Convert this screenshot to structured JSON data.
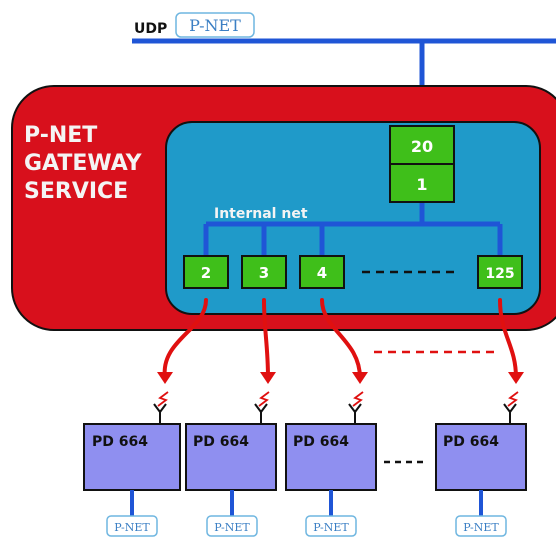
{
  "colors": {
    "bus_blue": "#1f55d6",
    "gateway_red": "#d8101c",
    "internal_teal": "#1f9ac9",
    "node_green": "#3fbf1a",
    "device_lavender": "#8f8ff0",
    "radio_red": "#e01010",
    "pnet_tag_border": "#6fb6e0",
    "pnet_tag_text": "#3b7fc4"
  },
  "header": {
    "udp_label": "UDP",
    "pnet_tag": "P-NET"
  },
  "gateway": {
    "title_line1": "P-NET",
    "title_line2": "GATEWAY",
    "title_line3": "SERVICE",
    "internal_net_label": "Internal net",
    "top_nodes": [
      "20",
      "1"
    ],
    "bottom_nodes": [
      "2",
      "3",
      "4",
      "125"
    ]
  },
  "devices": [
    {
      "label": "PD 664",
      "bus_tag": "P-NET"
    },
    {
      "label": "PD 664",
      "bus_tag": "P-NET"
    },
    {
      "label": "PD 664",
      "bus_tag": "P-NET"
    },
    {
      "label": "PD 664",
      "bus_tag": "P-NET"
    }
  ],
  "icons": {
    "antenna": "antenna-icon",
    "radio_link": "lightning-icon",
    "ellipsis": "dashed-ellipsis"
  }
}
